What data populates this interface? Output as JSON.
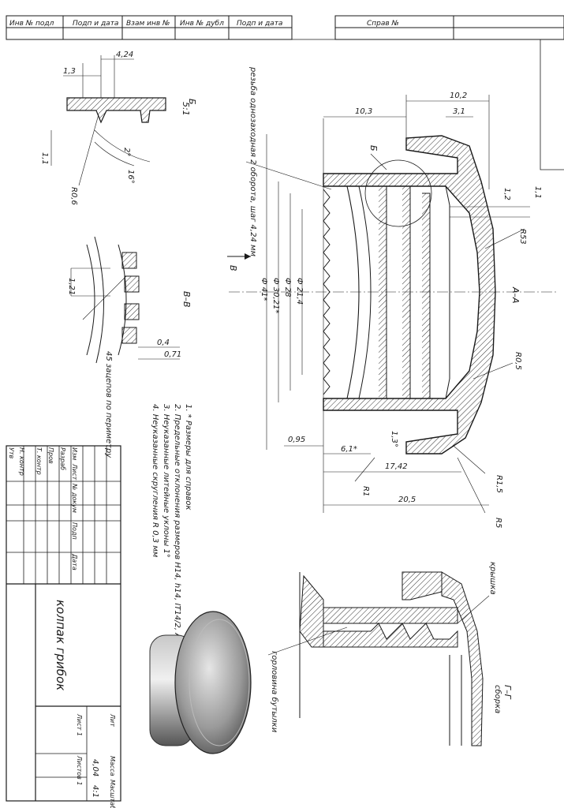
{
  "top_strip": {
    "cells": [
      "Инв № подл",
      "Подп и дата",
      "Взам инв №",
      "Инв № дубл",
      "Подп и дата"
    ],
    "ref_label": "Справ №"
  },
  "notes": {
    "thread_note": "резьба однозаходная 2 оборота, шаг 4,24 мм",
    "slots_note": "45 зацепов по периметру",
    "tech_notes": [
      "1. * Размеры для справок",
      "2. Предельные отклонения размеров Н14, h14, IT14/2, AT1/2",
      "3. Неуказанные литейные уклоны 1°",
      "4. Неуказанные скругления R 0,3 мм"
    ]
  },
  "views": {
    "section_aa": "А–А",
    "view_b_letter": "Б",
    "view_b_scale": "5:1",
    "view_bb": "В–В",
    "view_gg": "Г–Г",
    "view_gg_sub": "сборка",
    "arrow_b": "В"
  },
  "dims": {
    "d_424": "4,24",
    "d_13": "1,3",
    "d_11a": "1,1",
    "r_06": "R0,6",
    "ang_2": "2°",
    "ang_16": "16°",
    "d_121": "1,21",
    "d_04": "0,4",
    "d_071": "0,71",
    "d_103": "10,3",
    "d_102": "10,2",
    "d_31": "3,1",
    "d_11b": "1,1",
    "d_12": "1,2",
    "r_53": "R53",
    "phi_214": "Ф 21,4",
    "phi_28": "Ф 28",
    "phi_3021": "Ф 30,21*",
    "phi_41": "Ф 41*",
    "r_05": "R0,5",
    "d_095": "0,95",
    "ang_13": "1,3°",
    "d_61": "6,1*",
    "d_1742": "17,42",
    "r_1": "R1",
    "r_15": "R1,5",
    "d_205": "20,5",
    "r_5": "R5"
  },
  "labels": {
    "cap": "крышка",
    "neck": "горловина бутылки"
  },
  "title_block": {
    "col_headers": [
      "Изм",
      "Лист",
      "№ докум",
      "Подп",
      "Дата"
    ],
    "row_labels": [
      "Разраб",
      "Пров",
      "Т. контр",
      "Н. контр",
      "Утв"
    ],
    "title": "колпак грибок",
    "lit_label": "Лит",
    "mass_label": "Масса",
    "scale_label": "Масштаб",
    "mass": "4,04",
    "scale": "4:1",
    "sheet_label": "Лист 1",
    "sheets_label": "Листов 1"
  },
  "colors": {
    "ink": "#1a1a1a",
    "hatch": "#333333",
    "paper": "#ffffff"
  }
}
